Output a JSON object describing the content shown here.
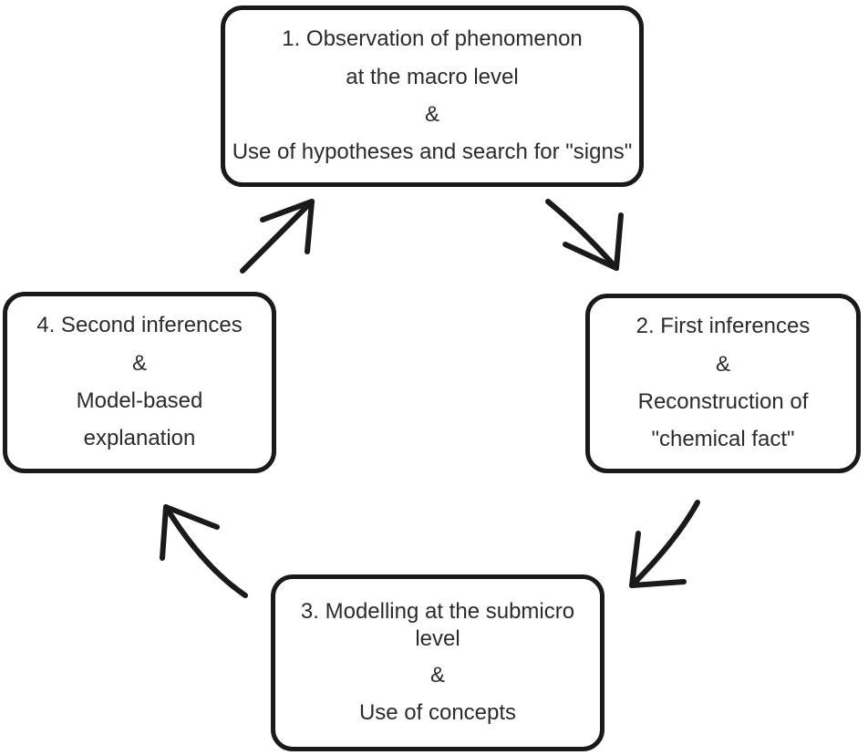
{
  "diagram": {
    "type": "cycle-flow",
    "title": "",
    "colors": {
      "stroke": "#1a1a1a",
      "text": "#2b2b2b",
      "background": "#ffffff"
    },
    "nodes": [
      {
        "id": "node-1",
        "position": "top",
        "lines": [
          "1. Observation of phenomenon",
          "at the macro level",
          "&",
          "Use of hypotheses and search for \"signs\""
        ]
      },
      {
        "id": "node-2",
        "position": "right",
        "lines": [
          "2. First inferences",
          "&",
          "Reconstruction of",
          "\"chemical fact\""
        ]
      },
      {
        "id": "node-3",
        "position": "bottom",
        "lines": [
          "3. Modelling at the submicro level",
          "&",
          "Use of concepts"
        ]
      },
      {
        "id": "node-4",
        "position": "left",
        "lines": [
          "4. Second inferences",
          "&",
          "Model-based",
          "explanation"
        ]
      }
    ],
    "arrows": [
      {
        "id": "arrow-1-to-2",
        "from": "node-1",
        "to": "node-2",
        "direction": "down-right"
      },
      {
        "id": "arrow-2-to-3",
        "from": "node-2",
        "to": "node-3",
        "direction": "down-left"
      },
      {
        "id": "arrow-3-to-4",
        "from": "node-3",
        "to": "node-4",
        "direction": "up-left"
      },
      {
        "id": "arrow-4-to-1",
        "from": "node-4",
        "to": "node-1",
        "direction": "up-right"
      }
    ]
  }
}
